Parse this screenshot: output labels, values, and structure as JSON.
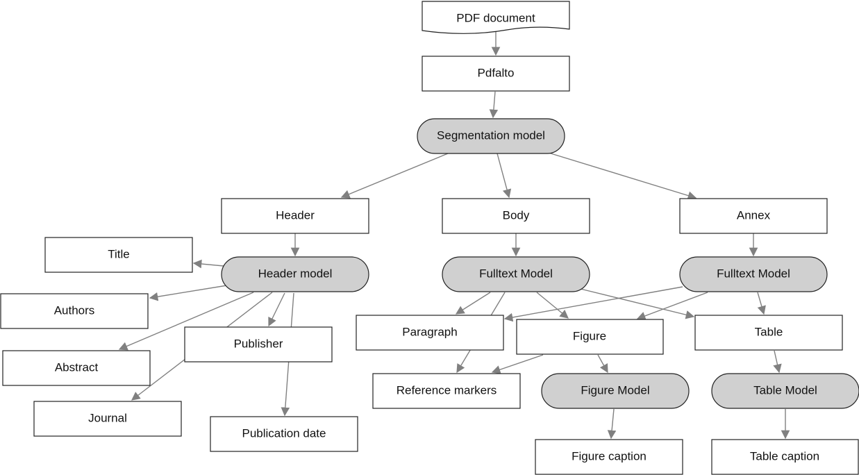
{
  "colors": {
    "model_fill": "#d0d0d0",
    "box_fill": "#ffffff",
    "stroke": "#222222",
    "edge": "#808080"
  },
  "nodes": {
    "pdf_document": "PDF document",
    "pdfalto": "Pdfalto",
    "segmentation_model": "Segmentation model",
    "header": "Header",
    "body": "Body",
    "annex": "Annex",
    "title": "Title",
    "header_model": "Header model",
    "fulltext_model_body": "Fulltext Model",
    "fulltext_model_annex": "Fulltext Model",
    "authors": "Authors",
    "publisher": "Publisher",
    "paragraph": "Paragraph",
    "figure": "Figure",
    "table": "Table",
    "abstract": "Abstract",
    "reference_markers": "Reference markers",
    "figure_model": "Figure Model",
    "table_model": "Table Model",
    "journal": "Journal",
    "publication_date": "Publication date",
    "figure_caption": "Figure caption",
    "table_caption": "Table caption"
  }
}
